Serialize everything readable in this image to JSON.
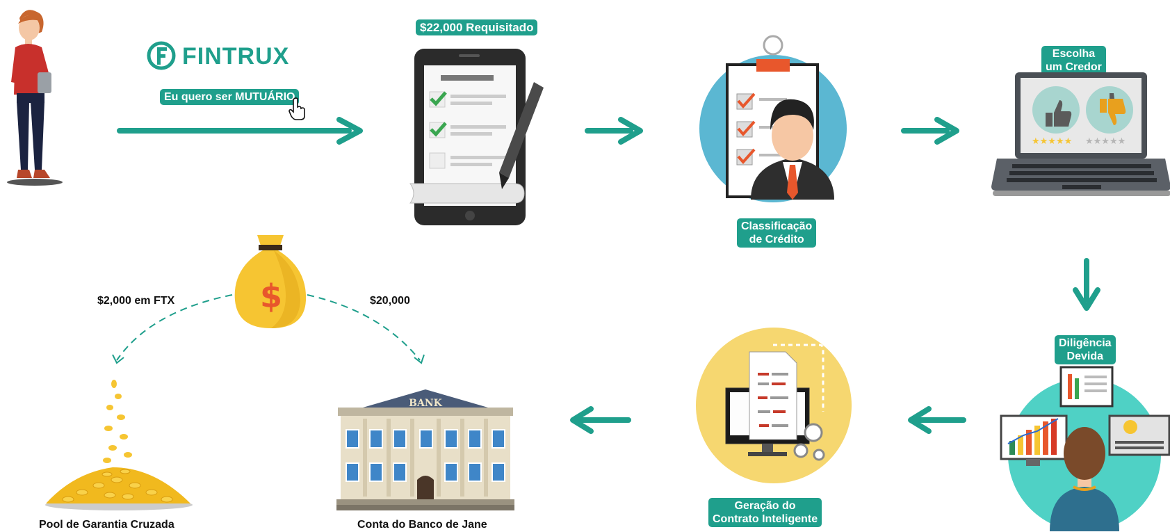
{
  "brand": {
    "name": "FINTRUX"
  },
  "labels": {
    "borrower_cta": "Eu quero ser MUTUÁRIO",
    "requested": "$22,000 Requisitado",
    "credit_rating_l1": "Classificação",
    "credit_rating_l2": "de Crédito",
    "choose_lender_l1": "Escolha",
    "choose_lender_l2": "um Credor",
    "due_diligence_l1": "Diligência",
    "due_diligence_l2": "Devida",
    "smart_contract_l1": "Geração do",
    "smart_contract_l2": "Contrato Inteligente",
    "ftx_amount": "$2,000 em FTX",
    "bank_amount": "$20,000",
    "collateral_pool": "Pool de Garantia Cruzada",
    "jane_bank": "Conta do Banco de Jane",
    "bank_sign": "BANK",
    "dollar_sign": "$"
  },
  "colors": {
    "teal": "#1f9f8c",
    "gold": "#f6c532",
    "orange": "#e8572c"
  },
  "icons": [
    "woman-icon",
    "tablet-form-icon",
    "credit-officer-icon",
    "laptop-rating-icon",
    "analyst-icon",
    "contract-computer-icon",
    "money-bag-icon",
    "coin-pile-icon",
    "bank-building-icon"
  ]
}
